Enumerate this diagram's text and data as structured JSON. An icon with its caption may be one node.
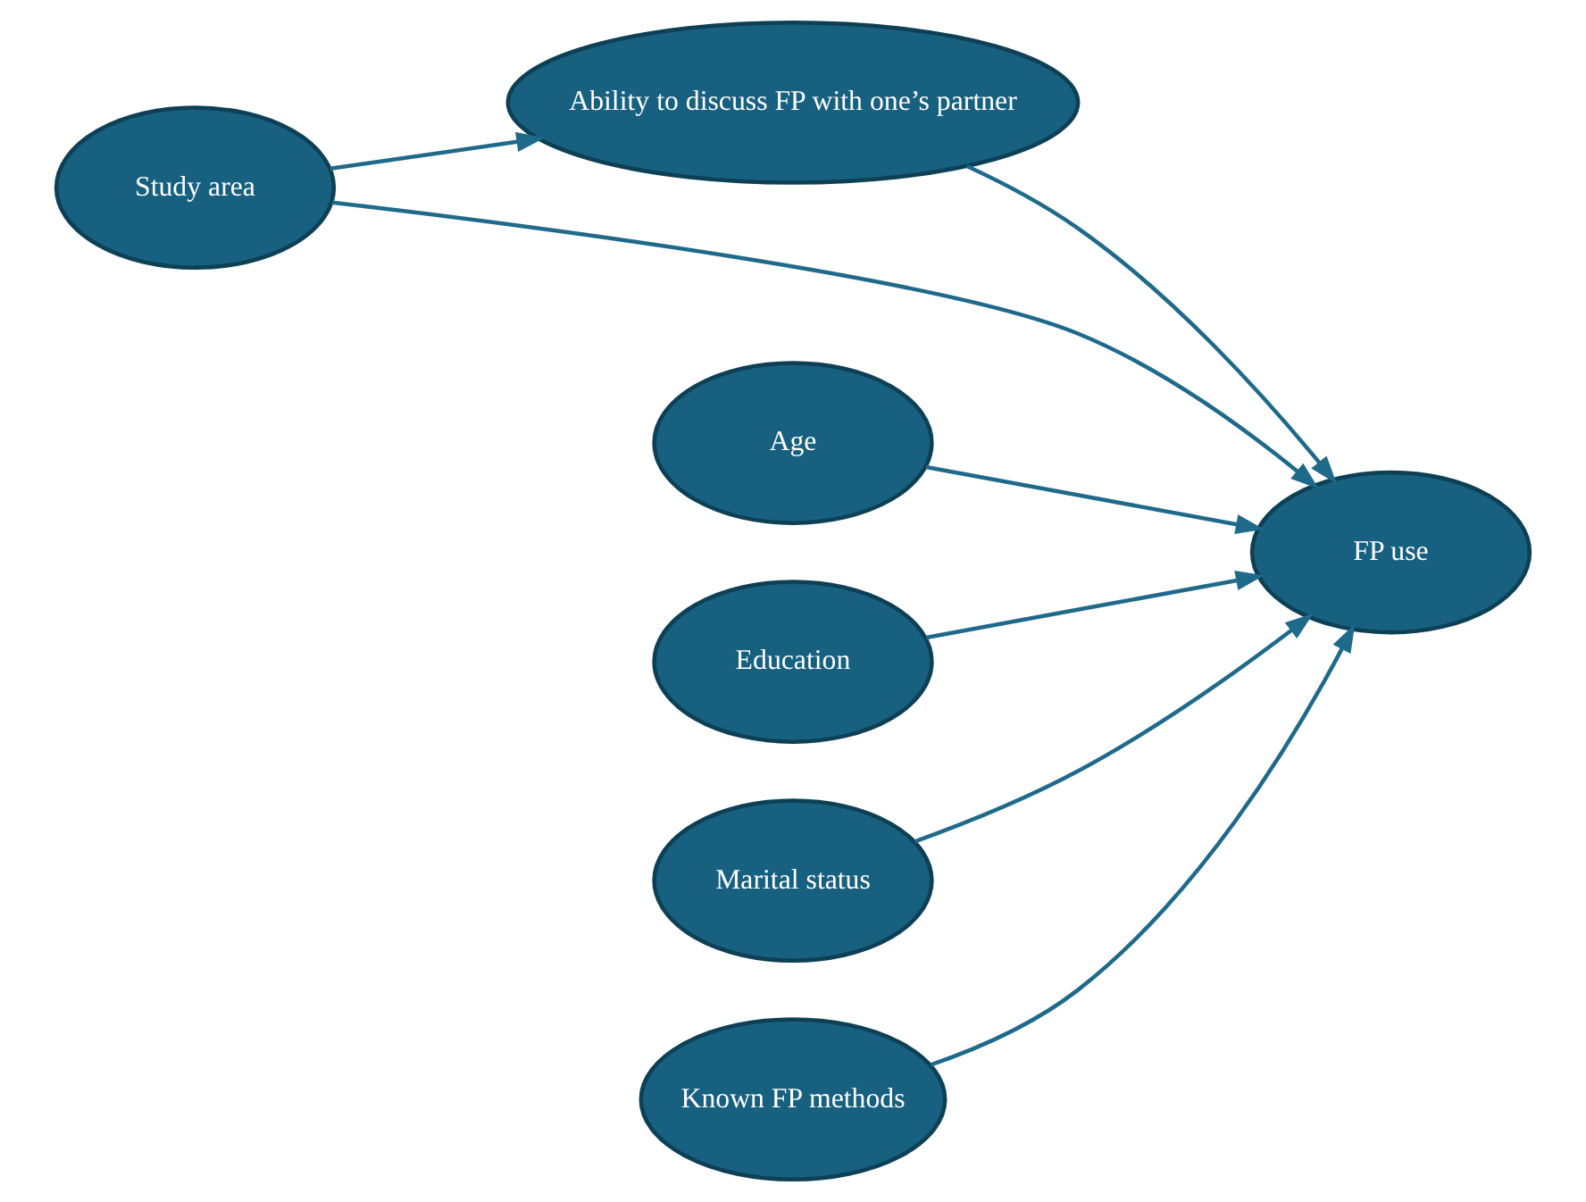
{
  "diagram": {
    "nodes": [
      {
        "text": [
          "Ability to discuss FP with one’s partner"
        ]
      },
      {
        "text": [
          "Study area"
        ]
      },
      {
        "text": [
          "FP use"
        ]
      },
      {
        "text": [
          "Age"
        ]
      },
      {
        "text": [
          "Education"
        ]
      },
      {
        "text": [
          "Marital status"
        ]
      },
      {
        "text": [
          "Known FP methods"
        ]
      }
    ],
    "edges": [
      {
        "from": 1,
        "to": 0,
        "arrow": "to"
      },
      {
        "from": 0,
        "to": 2,
        "arrow": "to"
      },
      {
        "from": 1,
        "to": 2,
        "arrow": "to"
      },
      {
        "from": 3,
        "to": 2,
        "arrow": "to"
      },
      {
        "from": 4,
        "to": 2,
        "arrow": "to"
      },
      {
        "from": 5,
        "to": 2,
        "arrow": "to"
      },
      {
        "from": 6,
        "to": 2,
        "arrow": "to"
      }
    ]
  }
}
